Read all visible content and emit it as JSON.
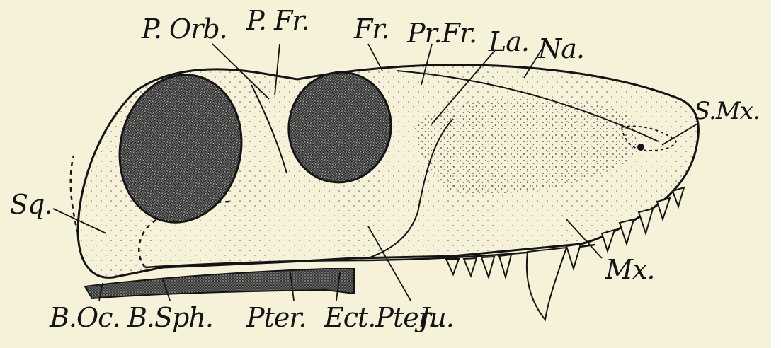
{
  "figure": {
    "labels": {
      "p_orb": "P. Orb.",
      "p_fr": "P. Fr.",
      "fr": "Fr.",
      "pr_fr": "Pr.Fr.",
      "la": "La.",
      "na": "Na.",
      "s_mx": "S.Mx.",
      "sq": "Sq.",
      "mx": "Mx.",
      "b_oc": "B.Oc.",
      "b_sph": "B.Sph.",
      "pter": "Pter.",
      "ect_pter": "Ect.Pter.",
      "ju": "Ju."
    }
  },
  "colors": {
    "paper": "#f6f1d9",
    "ink": "#141414"
  }
}
